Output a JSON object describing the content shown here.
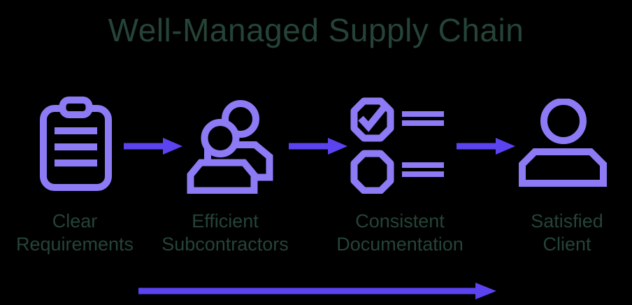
{
  "title": "Well-Managed Supply Chain",
  "colors": {
    "background": "#000000",
    "title_text": "#254437",
    "label_text": "#254437",
    "icon_stroke": "#8C7BF5",
    "arrow_fill": "#5B43F0"
  },
  "steps": [
    {
      "icon": "clipboard-icon",
      "label_lines": [
        "Clear",
        "Requirements"
      ]
    },
    {
      "icon": "team-icon",
      "label_lines": [
        "Efficient",
        "Subcontractors"
      ]
    },
    {
      "icon": "checklist-icon",
      "label_lines": [
        "Consistent",
        "Documentation"
      ]
    },
    {
      "icon": "person-icon",
      "label_lines": [
        "Satisfied",
        "Client"
      ]
    }
  ],
  "connectors": {
    "between_steps_icon": "arrow-right-icon",
    "timeline_icon": "arrow-right-icon"
  }
}
